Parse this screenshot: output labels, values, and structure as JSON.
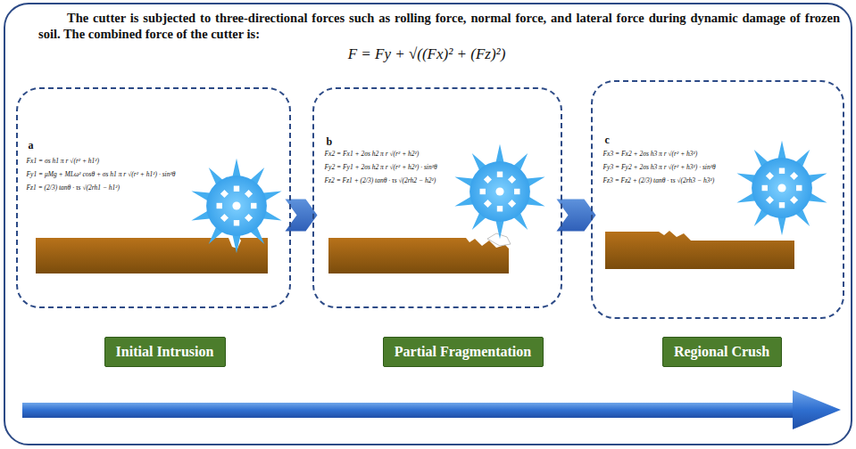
{
  "diagram": {
    "nodes": [
      {
        "text": [
          "The cutter is subjected to three-directional forces such as rolling force, normal force, and lateral force during dynamic damage of frozen soil. The combined force of the cutter is:",
          "F = Fy + √((Fx)² + (Fz)²)"
        ]
      },
      {
        "text": [
          "a",
          "Fx1 = σs h1 π r √(r² + h1²)",
          "Fy1 = μMg + MLω² cosθ + σs h1 π r √(r² + h1²) · sin²θ",
          "Fz1 = (2/3) tanθ · τs √(2rh1 − h1²)"
        ],
        "in": 0
      },
      {
        "text": [
          "b",
          "Fx2 = Fx1 + 2σs h2 π r √(r² + h2²)",
          "Fy2 = Fy1 + 2σs h2 π r √(r² + h2²) · sin²θ",
          "Fz2 = Fz1 + (2/3) tanθ · τs √(2rh2 − h2²)"
        ],
        "in": 0
      },
      {
        "text": [
          "c",
          "Fx3 = Fx2 + 2σs h3 π r √(r² + h3²)",
          "Fy3 = Fy2 + 2σs h3 π r √(r² + h3²) · sin²θ",
          "Fz3 = Fz2 + (2/3) tanθ · τs √(2rh3 − h3²)"
        ],
        "in": 0
      },
      {
        "text": [
          "Initial Intrusion"
        ],
        "in": 0
      },
      {
        "text": [
          "Partial Fragmentation"
        ],
        "in": 0
      },
      {
        "text": [
          "Regional Crush"
        ],
        "in": 0
      }
    ],
    "edges": [
      {
        "from": 1,
        "to": 2,
        "arrow": "to"
      },
      {
        "from": 2,
        "to": 3,
        "arrow": "to"
      }
    ]
  }
}
